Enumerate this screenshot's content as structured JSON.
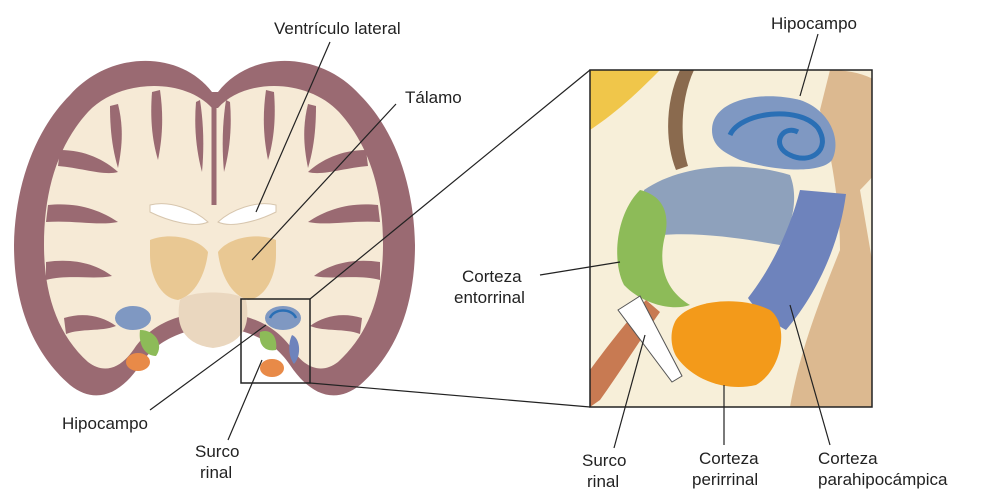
{
  "labels": {
    "ventriculo_lateral": "Ventrículo lateral",
    "talamo": "Tálamo",
    "hipocampo_left": "Hipocampo",
    "surco_rinal_left_1": "Surco",
    "surco_rinal_left_2": "rinal",
    "hipocampo_right": "Hipocampo",
    "corteza_entorrinal_1": "Corteza",
    "corteza_entorrinal_2": "entorrinal",
    "surco_rinal_right_1": "Surco",
    "surco_rinal_right_2": "rinal",
    "corteza_perirrinal_1": "Corteza",
    "corteza_perirrinal_2": "perirrinal",
    "corteza_parahipocampica_1": "Corteza",
    "corteza_parahipocampica_2": "parahipocámpica"
  },
  "colors": {
    "grey_matter": "#9a6a72",
    "white_matter": "#f6ead6",
    "thalamus": "#e8c48c",
    "hippocampus": "#7f98c2",
    "hippocampus_dark": "#2a6fb5",
    "entorhinal": "#8dbb58",
    "perirhinal": "#f39a1a",
    "parahippocampal": "#6e83bc",
    "tan": "#dcb990",
    "cream": "#f7efd9",
    "yellow": "#f0c64a",
    "brown": "#8a6a4e",
    "rust": "#c87a52"
  }
}
